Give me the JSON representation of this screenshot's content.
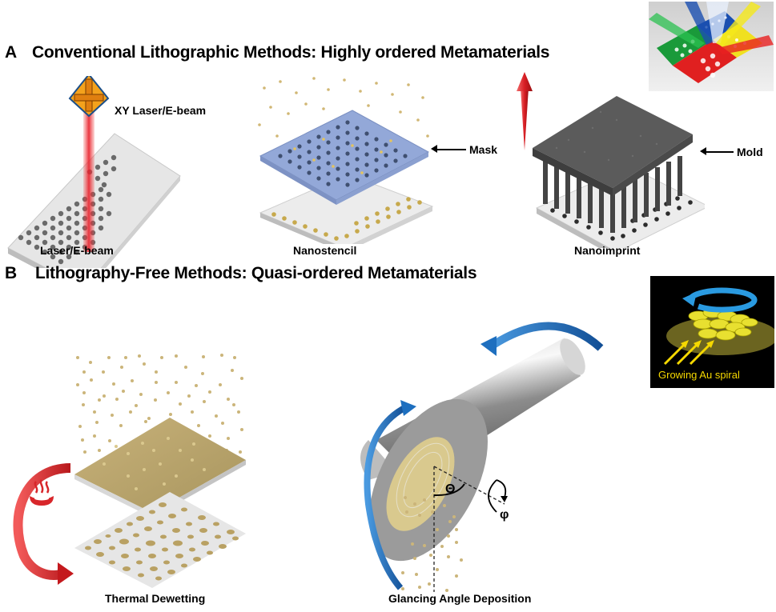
{
  "panel_a": {
    "letter": "A",
    "title": "Conventional Lithographic Methods: Highly ordered Metamaterials",
    "methods": [
      {
        "caption": "Laser/E-beam",
        "annotation": "XY Laser/E-beam"
      },
      {
        "caption": "Nanostencil",
        "annotation": "Mask"
      },
      {
        "caption": "Nanoimprint",
        "annotation": "Mold"
      }
    ],
    "inset": {
      "description": "multi-color beams over colored hole-array substrate",
      "colors": [
        "#1a9a3a",
        "#1a4fb0",
        "#f0e020",
        "#e02020"
      ]
    }
  },
  "panel_b": {
    "letter": "B",
    "title": "Lithography-Free Methods: Quasi-ordered Metamaterials",
    "methods": [
      {
        "caption": "Thermal Dewetting",
        "icon": "heat-icon"
      },
      {
        "caption": "Glancing Angle Deposition",
        "angle_theta": "Θ",
        "angle_phi": "φ"
      }
    ],
    "inset": {
      "label": "Growing Au spiral",
      "background": "#000000",
      "accent": "#f5d800",
      "arrow_color": "#2a9ae0"
    }
  },
  "colors": {
    "gold": "#c9b27a",
    "gold_film": "#b9a56e",
    "mask_blue": "#8fa5d6",
    "mold_gray": "#555555",
    "substrate": "#e4e4e4",
    "heat_red": "#d8262a",
    "rotate_blue": "#1e6fbf"
  }
}
